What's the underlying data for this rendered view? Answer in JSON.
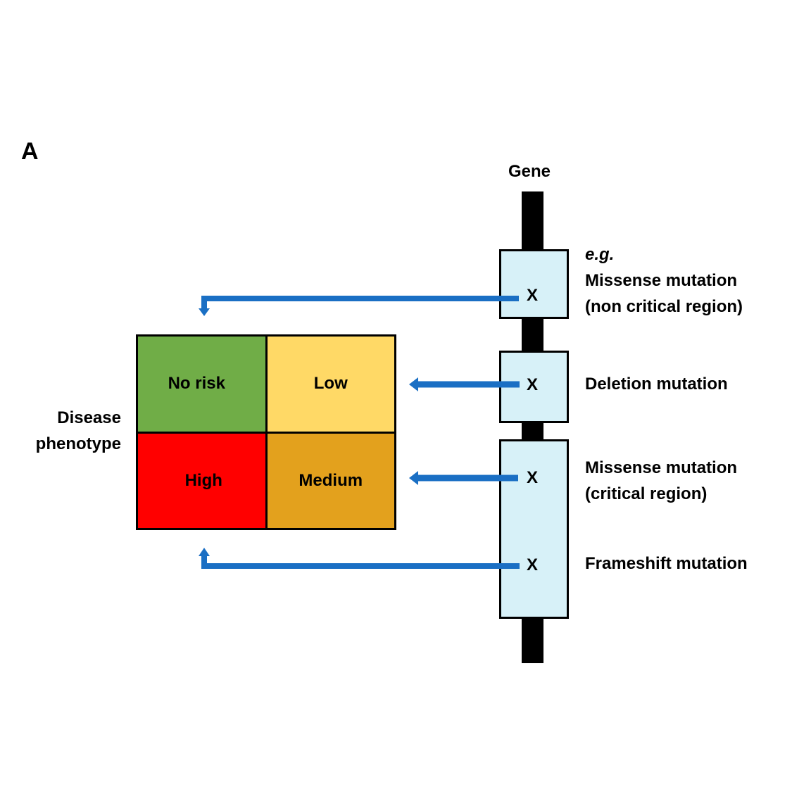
{
  "panel_label": "A",
  "gene": {
    "title": "Gene",
    "mutation_mark": "X",
    "mutations": [
      {
        "prefix": "e.g.",
        "lines": [
          "Missense mutation",
          "(non critical region)"
        ],
        "target_risk": "No risk"
      },
      {
        "lines": [
          "Deletion mutation"
        ],
        "target_risk": "Low"
      },
      {
        "lines": [
          "Missense mutation",
          "(critical region)"
        ],
        "target_risk": "Medium"
      },
      {
        "lines": [
          "Frameshift mutation"
        ],
        "target_risk": "High"
      }
    ]
  },
  "phenotype": {
    "label_lines": [
      "Disease",
      "phenotype"
    ],
    "cells": [
      {
        "label": "No risk",
        "color": "#70ad47"
      },
      {
        "label": "Low",
        "color": "#ffd966"
      },
      {
        "label": "High",
        "color": "#ff0000"
      },
      {
        "label": "Medium",
        "color": "#e3a11d"
      }
    ]
  },
  "colors": {
    "arrow": "#1a6fc4",
    "exon_fill": "#d7f1f8",
    "gene_bar": "#000000"
  }
}
